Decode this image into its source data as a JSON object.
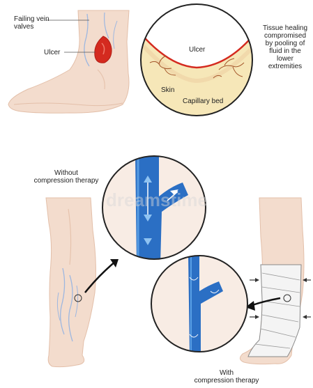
{
  "labels": {
    "failing_vein_valves": "Failing vein\nvalves",
    "ulcer_left": "Ulcer",
    "ulcer_circle": "Ulcer",
    "skin": "Skin",
    "capillary_bed": "Capillary bed",
    "tissue_healing": "Tissue healing\ncompromised\nby pooling of\nfluid in the\nlower\nextremities",
    "without_compression": "Without\ncompression therapy",
    "with_compression": "With\ncompression therapy"
  },
  "watermark": "dreamstime",
  "colors": {
    "skin": "#f3dccd",
    "skin_shadow": "#e9c6b1",
    "vein_blue": "#2b6fc4",
    "vein_light": "#5aa0e6",
    "ulcer_red": "#d42a1f",
    "tissue_yellow": "#f6e7b8",
    "bandage": "#f4f4f4"
  }
}
